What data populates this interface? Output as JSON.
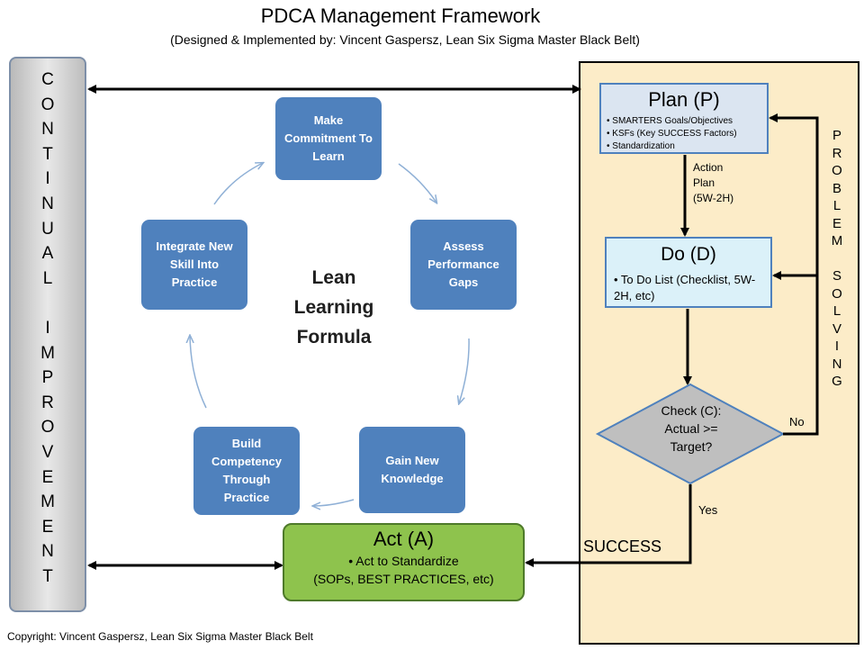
{
  "header": {
    "title": "PDCA Management Framework",
    "subtitle": "(Designed & Implemented by: Vincent Gaspersz, Lean Six Sigma Master Black Belt)"
  },
  "continual_improvement": {
    "word1": [
      "C",
      "O",
      "N",
      "T",
      "I",
      "N",
      "U",
      "A",
      "L"
    ],
    "word2": [
      "I",
      "M",
      "P",
      "R",
      "O",
      "V",
      "E",
      "M",
      "E",
      "N",
      "T"
    ]
  },
  "problem_solving": {
    "letters": [
      "P",
      "R",
      "O",
      "B",
      "L",
      "E",
      "M",
      " ",
      "S",
      "O",
      "L",
      "V",
      "I",
      "N",
      "G"
    ]
  },
  "plan": {
    "title": "Plan (P)",
    "items": [
      "SMARTERS Goals/Objectives",
      "KSFs (Key SUCCESS Factors)",
      "Standardization"
    ]
  },
  "action_plan": [
    "Action",
    "Plan",
    "(5W-2H)"
  ],
  "do": {
    "title": "Do (D)",
    "item": "• To Do List (Checklist, 5W-2H, etc)"
  },
  "check": {
    "lines": [
      "Check (C):",
      "Actual >=",
      "Target?"
    ],
    "no_label": "No",
    "yes_label": "Yes"
  },
  "success_label": "SUCCESS",
  "act": {
    "title": "Act (A)",
    "item1": "•   Act to Standardize",
    "item2": "(SOPs, BEST PRACTICES, etc)"
  },
  "cycle": {
    "center": [
      "Lean",
      "Learning",
      "Formula"
    ],
    "steps": [
      [
        "Make",
        "Commitment To",
        "Learn"
      ],
      [
        "Assess",
        "Performance",
        "Gaps"
      ],
      [
        "Gain New",
        "Knowledge"
      ],
      [
        "Build",
        "Competency",
        "Through Practice"
      ],
      [
        "Integrate New",
        "Skill Into Practice"
      ]
    ]
  },
  "footer": {
    "copyright": "Copyright: Vincent Gaspersz, Lean Six Sigma Master Black Belt"
  },
  "colors": {
    "cycle_box": "#4f81bd",
    "act_box": "#8ec34d",
    "plan_box": "#dbe5f1",
    "do_box": "#dbf1f9",
    "panel": "#fcecc8",
    "diamond": "#bfbfbf"
  }
}
